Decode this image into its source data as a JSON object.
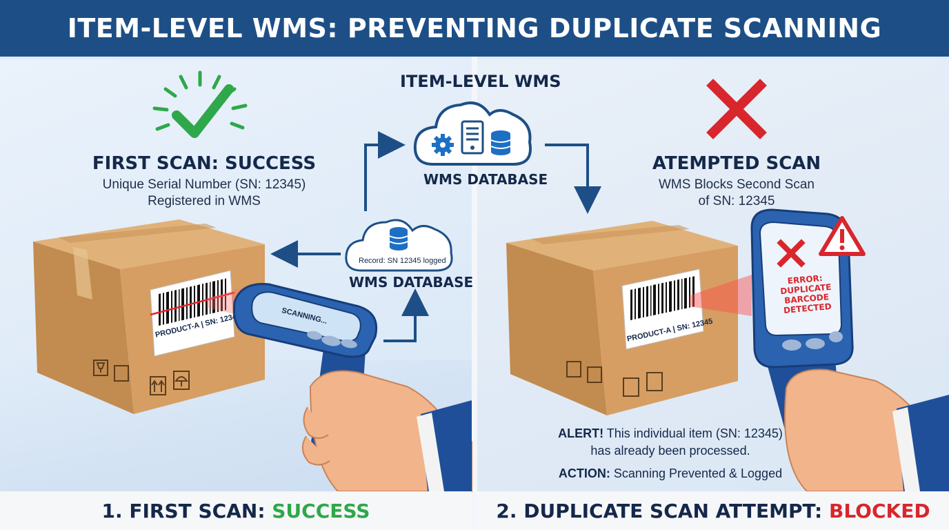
{
  "header": {
    "title": "ITEM-LEVEL WMS: PREVENTING DUPLICATE SCANNING"
  },
  "center": {
    "title": "ITEM-LEVEL WMS",
    "top_cloud_label": "WMS DATABASE",
    "small_cloud_record": "Record: SN 12345 logged",
    "small_cloud_label": "WMS DATABASE"
  },
  "left": {
    "heading": "FIRST SCAN: SUCCESS",
    "sub_line1": "Unique Serial Number (SN: 12345)",
    "sub_line2": "Registered in WMS",
    "barcode_text": "PRODUCT-A | SN: 12345",
    "scanner_screen": "SCANNING..."
  },
  "right": {
    "heading": "ATEMPTED SCAN",
    "sub_line1": "WMS Blocks Second Scan",
    "sub_line2": "of SN: 12345",
    "barcode_text": "PRODUCT-A | SN: 12345",
    "scanner_error_lines": [
      "ERROR:",
      "DUPLICATE",
      "BARCODE",
      "DETECTED"
    ],
    "alert_prefix": "ALERT!",
    "alert_line1": " This individual item (SN: 12345)",
    "alert_line2": "has already been processed.",
    "action_prefix": "ACTION:",
    "action_text": " Scanning Prevented & Logged"
  },
  "footer": {
    "left_prefix": "1. FIRST SCAN: ",
    "left_status": "SUCCESS",
    "right_prefix": "2. DUPLICATE SCAN ATTEMPT: ",
    "right_status": "BLOCKED"
  },
  "colors": {
    "header_bg": "#1d4f86",
    "success_green": "#2ea84a",
    "error_red": "#d8262c",
    "scanner_blue": "#2b63b0",
    "box_brown": "#c8935a"
  },
  "icons": [
    "check-icon",
    "cross-icon",
    "warning-icon",
    "gear-icon",
    "server-icon",
    "database-icon",
    "cloud-icon",
    "fragile-icon",
    "this-side-up-icon",
    "keep-dry-icon"
  ]
}
